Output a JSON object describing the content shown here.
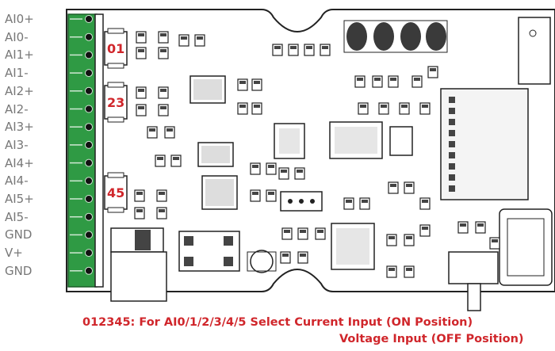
{
  "pins": [
    "AI0+",
    "AI0-",
    "AI1+",
    "AI1-",
    "AI2+",
    "AI2-",
    "AI3+",
    "AI3-",
    "AI4+",
    "AI4-",
    "AI5+",
    "AI5-",
    "GND",
    "V+",
    "GND"
  ],
  "switch_labels": [
    "01",
    "23",
    "45"
  ],
  "note": {
    "line1": "012345: For AI0/1/2/3/4/5 Select Current Input (ON Position)",
    "line2": "Voltage Input (OFF Position)"
  },
  "colors": {
    "terminal_green": "#2f9a44",
    "accent_red": "#d0262b",
    "pin_label_gray": "#777777",
    "board_outline": "#222222"
  }
}
